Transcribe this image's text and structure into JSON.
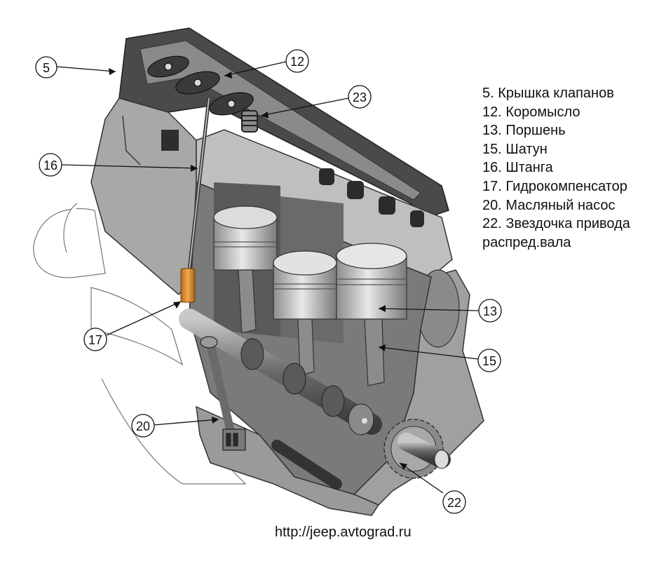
{
  "callouts": {
    "c5": "5",
    "c12": "12",
    "c23": "23",
    "c16": "16",
    "c17": "17",
    "c13": "13",
    "c15": "15",
    "c20": "20",
    "c22": "22"
  },
  "legend": [
    "5. Крышка клапанов",
    "12. Коромысло",
    "13. Поршень",
    "15. Шатун",
    "16. Штанга",
    "17. Гидрокомпенсатор",
    "20. Масляный насос",
    "22. Звездочка привода",
    "распред.вала"
  ],
  "source_url": "http://jeep.avtograd.ru",
  "colors": {
    "body_gray": "#a8a8a8",
    "dark_gray": "#4a4a4a",
    "light_gray": "#d6d6d6",
    "lifter_orange": "#d98a2b"
  }
}
